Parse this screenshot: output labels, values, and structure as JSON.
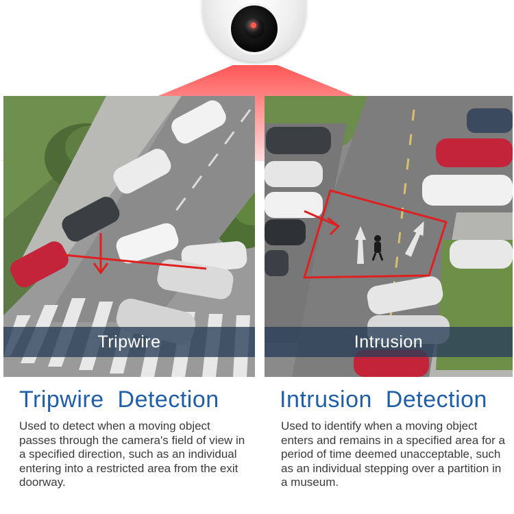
{
  "panels": {
    "left": {
      "caption": "Tripwire"
    },
    "right": {
      "caption": "Intrusion"
    }
  },
  "sections": {
    "left": {
      "title": "Tripwire  Detection",
      "description": "Used to detect when a moving object passes through the camera's field of view in a specified direction, such as an individual entering into a restricted area from the exit doorway."
    },
    "right": {
      "title": "Intrusion  Detection",
      "description": "Used to identify when a moving object enters and remains in a specified area for a period of time deemed unacceptable, such as an individual stepping over a partition in a museum."
    }
  },
  "colors": {
    "title_blue": "#1f5ea8",
    "rule_red": "#e02020",
    "caption_bar": "#283e58"
  }
}
